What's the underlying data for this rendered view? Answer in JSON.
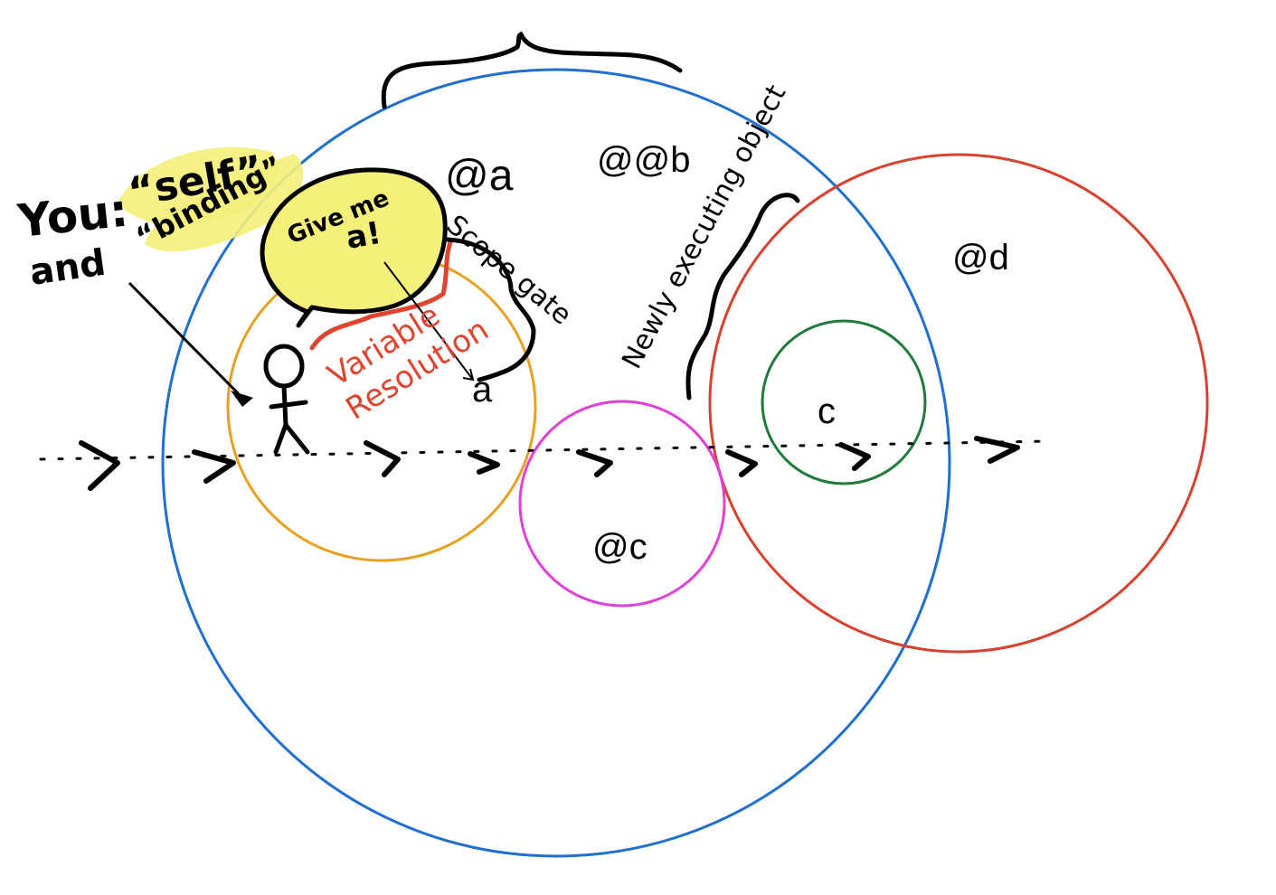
{
  "labels": {
    "at_a": "@a",
    "at_at_b": "@@b",
    "at_d": "@d",
    "at_c": "@c",
    "local_c": "c",
    "local_a": "a"
  },
  "annotations": {
    "you": "You:",
    "self_quote": "“self”",
    "and": "and",
    "binding_quote": "“binding”",
    "bubble_line1": "Give me",
    "bubble_line2": "a!",
    "variable": "Variable",
    "resolution": "Resolution",
    "scope_gate": "Scope gate",
    "newly_executing_object": "Newly executing object"
  },
  "colors": {
    "blue_scope": "#1f6fd1",
    "red_scope": "#d9412e",
    "orange_scope": "#e8a020",
    "magenta_scope": "#e040d8",
    "green_scope": "#1f7a3c",
    "highlight_yellow": "#f5f07a",
    "annotation_red": "#e0442f"
  },
  "icons": [
    "stick-figure-icon",
    "speech-bubble-icon",
    "arrow-icon",
    "brace-icon"
  ]
}
